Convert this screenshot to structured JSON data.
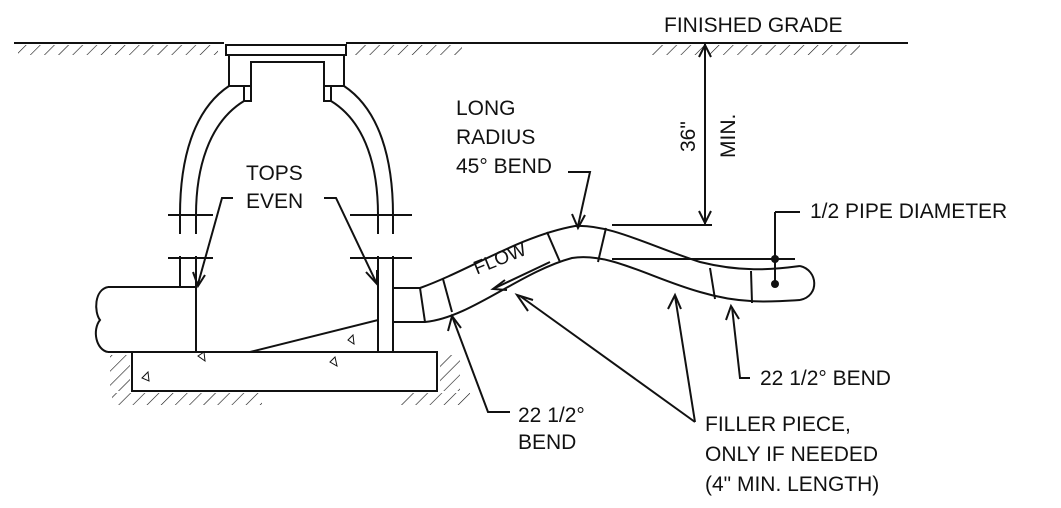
{
  "labels": {
    "finished_grade": "FINISHED GRADE",
    "long_radius_bend": "LONG\nRADIUS\n45° BEND",
    "tops_even": "TOPS\nEVEN",
    "flow": "FLOW",
    "cover_depth": "36\"",
    "cover_min": "MIN.",
    "half_pipe_diameter": "1/2 PIPE DIAMETER",
    "bend_right": "22 1/2° BEND",
    "bend_left": "22 1/2°\nBEND",
    "filler_piece": "FILLER PIECE,\nONLY IF NEEDED\n(4\" MIN. LENGTH)"
  },
  "colors": {
    "line": "#111111",
    "fill": "#ffffff"
  }
}
